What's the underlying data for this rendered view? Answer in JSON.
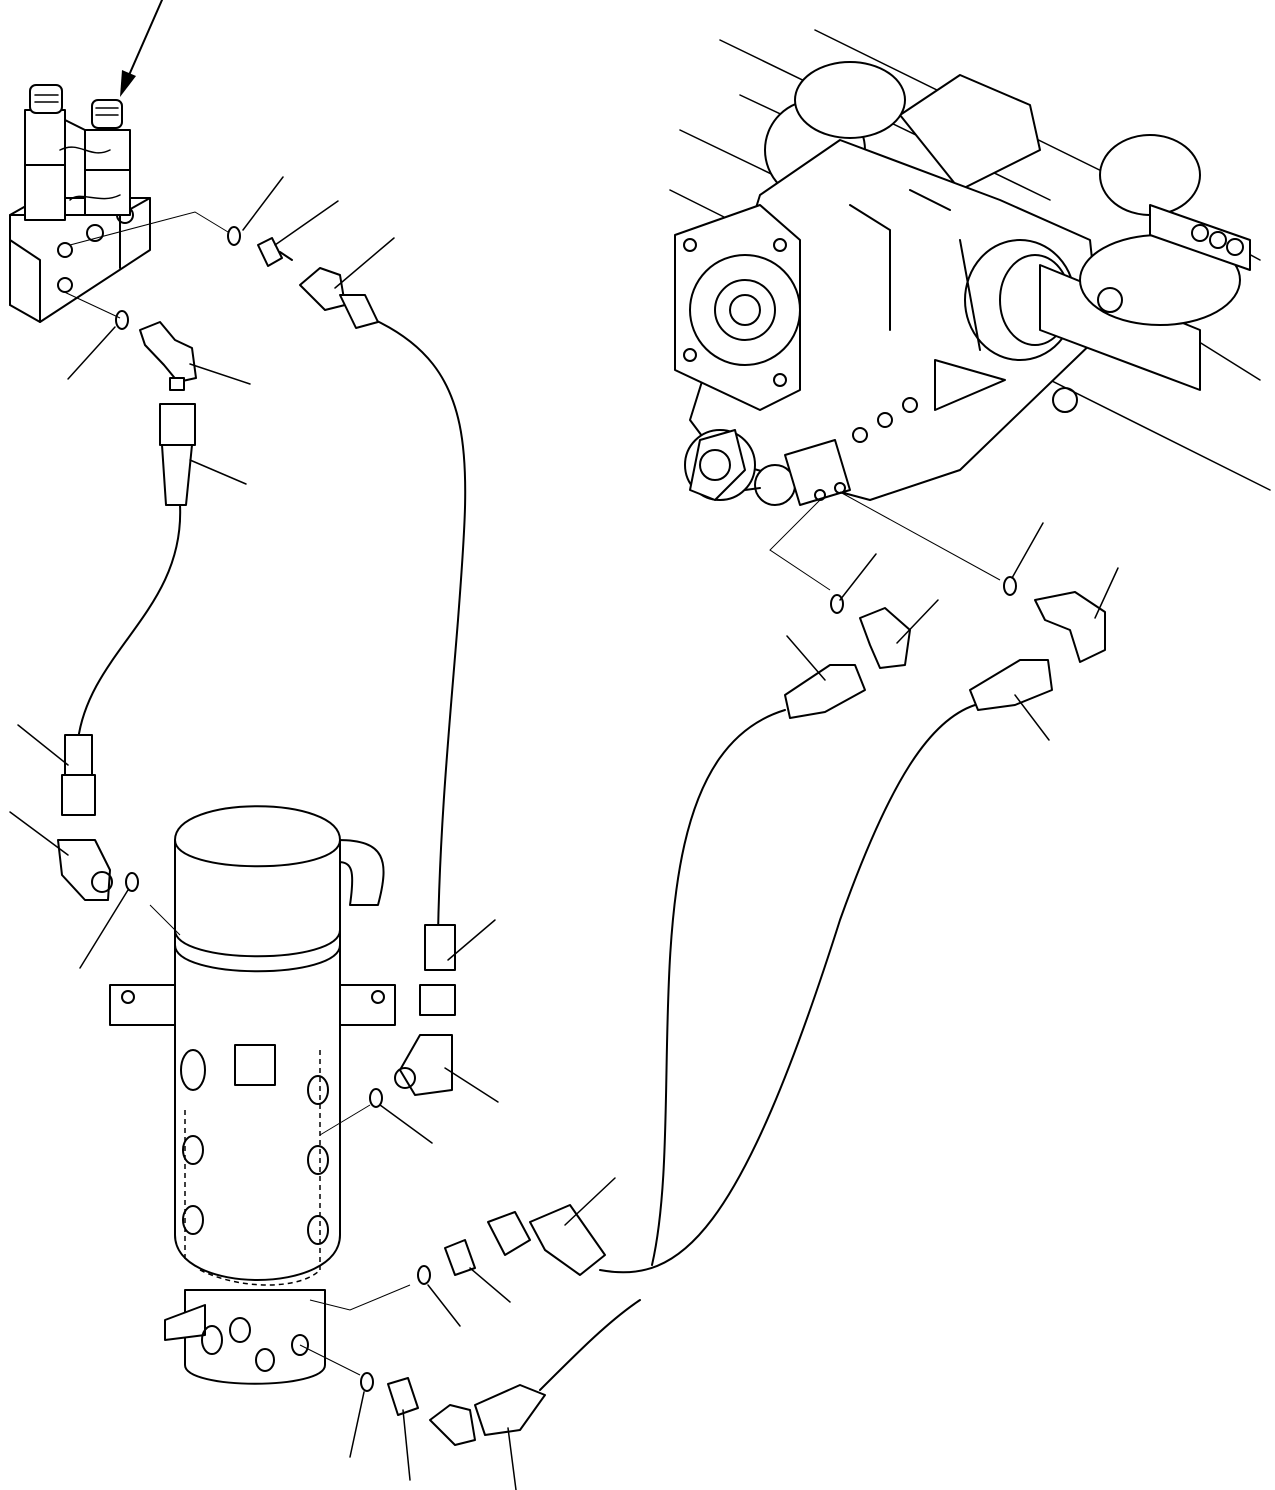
{
  "diagram": {
    "colors": {
      "line": "#000000",
      "background": "#ffffff"
    },
    "components": [
      "solenoid-valve-assembly",
      "transmission-housing",
      "swivel-joint",
      "hose",
      "elbow-fitting",
      "adapter-fitting",
      "o-ring"
    ],
    "callout_count": 24
  }
}
